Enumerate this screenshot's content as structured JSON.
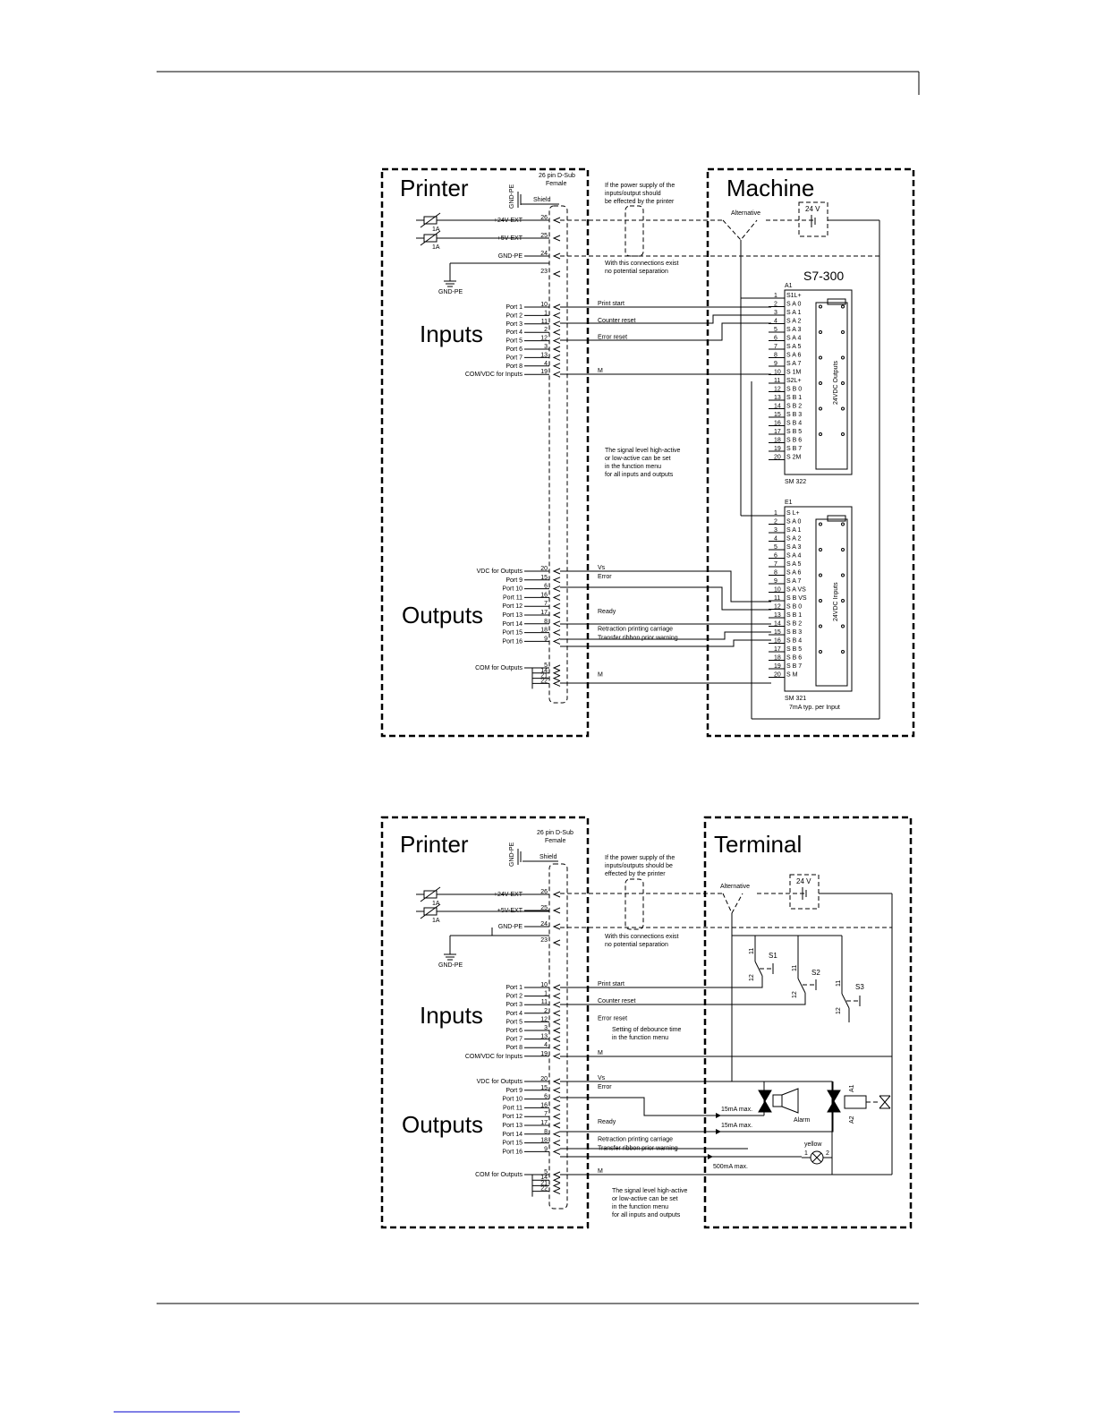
{
  "diagram1": {
    "printer_title": "Printer",
    "machine_title": "Machine",
    "connector_label_1": "26 pin D-Sub",
    "connector_label_2": "Female",
    "shield": "Shield",
    "gnd_pe_vertical": "GND-PE",
    "gnd_pe_bottom": "GND-PE",
    "fuse": "1A",
    "power_note": [
      "If the power supply of the",
      "inputs/output should",
      "be effected by the printer"
    ],
    "sep_note": [
      "With this connections exist",
      "no potential separation"
    ],
    "alternative": "Alternative",
    "voltage": "24 V",
    "plc": "S7-300",
    "module_out_id": "A1",
    "module_in_id": "E1",
    "module_out_name": "SM 322",
    "module_in_name": "SM 321",
    "module_out_label": "24VDC Outputs",
    "module_in_label": "24VDC Inputs",
    "input_current": "7mA typ. per Input",
    "inputs_heading": "Inputs",
    "outputs_heading": "Outputs",
    "level_note": [
      "The signal level high-active",
      "or low-active can be set",
      "in the function menu",
      "for all inputs and outputs"
    ],
    "power_rows": [
      {
        "name": "+24V-EXT",
        "pin": "26"
      },
      {
        "name": "+5V-EXT",
        "pin": "25"
      },
      {
        "name": "GND-PE",
        "pin": "24"
      },
      {
        "name": "",
        "pin": "23"
      }
    ],
    "input_rows": [
      {
        "port": "Port 1",
        "pin": "10",
        "signal": "Print start"
      },
      {
        "port": "Port 2",
        "pin": "1",
        "signal": ""
      },
      {
        "port": "Port 3",
        "pin": "11",
        "signal": "Counter reset"
      },
      {
        "port": "Port 4",
        "pin": "2",
        "signal": ""
      },
      {
        "port": "Port 5",
        "pin": "12",
        "signal": "Error reset"
      },
      {
        "port": "Port 6",
        "pin": "3",
        "signal": ""
      },
      {
        "port": "Port 7",
        "pin": "13",
        "signal": ""
      },
      {
        "port": "Port 8",
        "pin": "4",
        "signal": ""
      },
      {
        "port": "COM/VDC for Inputs",
        "pin": "19",
        "signal": "M"
      }
    ],
    "output_rows": [
      {
        "port": "VDC for Outputs",
        "pin": "20",
        "signal": "Vs"
      },
      {
        "port": "Port 9",
        "pin": "15",
        "signal": "Error"
      },
      {
        "port": "Port 10",
        "pin": "6",
        "signal": ""
      },
      {
        "port": "Port 11",
        "pin": "16",
        "signal": ""
      },
      {
        "port": "Port 12",
        "pin": "7",
        "signal": ""
      },
      {
        "port": "Port 13",
        "pin": "17",
        "signal": "Ready"
      },
      {
        "port": "Port 14",
        "pin": "8",
        "signal": ""
      },
      {
        "port": "Port 15",
        "pin": "18",
        "signal": "Retraction printing carriage"
      },
      {
        "port": "Port 16",
        "pin": "9",
        "signal": "Transfer ribbon prior warning"
      }
    ],
    "com_rows": [
      {
        "port": "COM for Outputs",
        "pin": "5",
        "signal": ""
      },
      {
        "port": "",
        "pin": "14",
        "signal": ""
      },
      {
        "port": "",
        "pin": "21",
        "signal": "M"
      },
      {
        "port": "",
        "pin": "22",
        "signal": ""
      }
    ],
    "out_terminals": [
      {
        "n": "1",
        "l": "S1L+"
      },
      {
        "n": "2",
        "l": "S A 0"
      },
      {
        "n": "3",
        "l": "S A 1"
      },
      {
        "n": "4",
        "l": "S A 2"
      },
      {
        "n": "5",
        "l": "S A 3"
      },
      {
        "n": "6",
        "l": "S A 4"
      },
      {
        "n": "7",
        "l": "S A 5"
      },
      {
        "n": "8",
        "l": "S A 6"
      },
      {
        "n": "9",
        "l": "S A 7"
      },
      {
        "n": "10",
        "l": "S 1M"
      },
      {
        "n": "11",
        "l": "S2L+"
      },
      {
        "n": "12",
        "l": "S B 0"
      },
      {
        "n": "13",
        "l": "S B 1"
      },
      {
        "n": "14",
        "l": "S B 2"
      },
      {
        "n": "15",
        "l": "S B 3"
      },
      {
        "n": "16",
        "l": "S B 4"
      },
      {
        "n": "17",
        "l": "S B 5"
      },
      {
        "n": "18",
        "l": "S B 6"
      },
      {
        "n": "19",
        "l": "S B 7"
      },
      {
        "n": "20",
        "l": "S 2M"
      }
    ],
    "in_terminals": [
      {
        "n": "1",
        "l": "S L+"
      },
      {
        "n": "2",
        "l": "S A 0"
      },
      {
        "n": "3",
        "l": "S A 1"
      },
      {
        "n": "4",
        "l": "S A 2"
      },
      {
        "n": "5",
        "l": "S A 3"
      },
      {
        "n": "6",
        "l": "S A 4"
      },
      {
        "n": "7",
        "l": "S A 5"
      },
      {
        "n": "8",
        "l": "S A 6"
      },
      {
        "n": "9",
        "l": "S A 7"
      },
      {
        "n": "10",
        "l": "S A VS"
      },
      {
        "n": "11",
        "l": "S B VS"
      },
      {
        "n": "12",
        "l": "S B 0"
      },
      {
        "n": "13",
        "l": "S B 1"
      },
      {
        "n": "14",
        "l": "S B 2"
      },
      {
        "n": "15",
        "l": "S B 3"
      },
      {
        "n": "16",
        "l": "S B 4"
      },
      {
        "n": "17",
        "l": "S B 5"
      },
      {
        "n": "18",
        "l": "S B 6"
      },
      {
        "n": "19",
        "l": "S B 7"
      },
      {
        "n": "20",
        "l": "S M"
      }
    ]
  },
  "diagram2": {
    "printer_title": "Printer",
    "terminal_title": "Terminal",
    "connector_label_1": "26 pin D-Sub",
    "connector_label_2": "Female",
    "shield": "Shield",
    "gnd_pe_vertical": "GND-PE",
    "gnd_pe_bottom": "GND-PE",
    "fuse": "1A",
    "power_note": [
      "If the power supply of the",
      "inputs/outputs should be",
      "effected by the printer"
    ],
    "sep_note": [
      "With this connections exist",
      "no potential separation"
    ],
    "alternative": "Alternative",
    "voltage": "24 V",
    "inputs_heading": "Inputs",
    "outputs_heading": "Outputs",
    "debounce_note": [
      "Setting of debounce time",
      "in the function menu"
    ],
    "level_note": [
      "The signal level high-active",
      "or low-active can be set",
      "in the function menu",
      "for all inputs and outputs"
    ],
    "switches": [
      {
        "name": "S1",
        "c1": "11",
        "c2": "12"
      },
      {
        "name": "S2",
        "c1": "11",
        "c2": "12"
      },
      {
        "name": "S3",
        "c1": "11",
        "c2": "12"
      }
    ],
    "alarm": "Alarm",
    "relay_a1": "A1",
    "relay_a2": "A2",
    "lamp_color": "yellow",
    "lamp_pin1": "1",
    "lamp_pin2": "2",
    "current_15a": "15mA max.",
    "current_15b": "15mA max.",
    "current_500": "500mA max.",
    "power_rows": [
      {
        "name": "+24V-EXT",
        "pin": "26"
      },
      {
        "name": "+5V-EXT",
        "pin": "25"
      },
      {
        "name": "GND-PE",
        "pin": "24"
      },
      {
        "name": "",
        "pin": "23"
      }
    ],
    "input_rows": [
      {
        "port": "Port 1",
        "pin": "10",
        "signal": "Print start"
      },
      {
        "port": "Port 2",
        "pin": "1",
        "signal": ""
      },
      {
        "port": "Port 3",
        "pin": "11",
        "signal": "Counter reset"
      },
      {
        "port": "Port 4",
        "pin": "2",
        "signal": ""
      },
      {
        "port": "Port 5",
        "pin": "12",
        "signal": "Error reset"
      },
      {
        "port": "Port 6",
        "pin": "3",
        "signal": ""
      },
      {
        "port": "Port 7",
        "pin": "13",
        "signal": ""
      },
      {
        "port": "Port 8",
        "pin": "4",
        "signal": ""
      },
      {
        "port": "COM/VDC for Inputs",
        "pin": "19",
        "signal": "M"
      }
    ],
    "output_rows": [
      {
        "port": "VDC for Outputs",
        "pin": "20",
        "signal": "Vs"
      },
      {
        "port": "Port 9",
        "pin": "15",
        "signal": "Error"
      },
      {
        "port": "Port 10",
        "pin": "6",
        "signal": ""
      },
      {
        "port": "Port 11",
        "pin": "16",
        "signal": ""
      },
      {
        "port": "Port 12",
        "pin": "7",
        "signal": ""
      },
      {
        "port": "Port 13",
        "pin": "17",
        "signal": "Ready"
      },
      {
        "port": "Port 14",
        "pin": "8",
        "signal": ""
      },
      {
        "port": "Port 15",
        "pin": "18",
        "signal": "Retraction printing carriage"
      },
      {
        "port": "Port 16",
        "pin": "9",
        "signal": "Transfer ribbon prior warning"
      }
    ],
    "com_rows": [
      {
        "port": "COM for Outputs",
        "pin": "5",
        "signal": "M"
      },
      {
        "port": "",
        "pin": "14",
        "signal": ""
      },
      {
        "port": "",
        "pin": "21",
        "signal": ""
      },
      {
        "port": "",
        "pin": "22",
        "signal": ""
      }
    ]
  }
}
